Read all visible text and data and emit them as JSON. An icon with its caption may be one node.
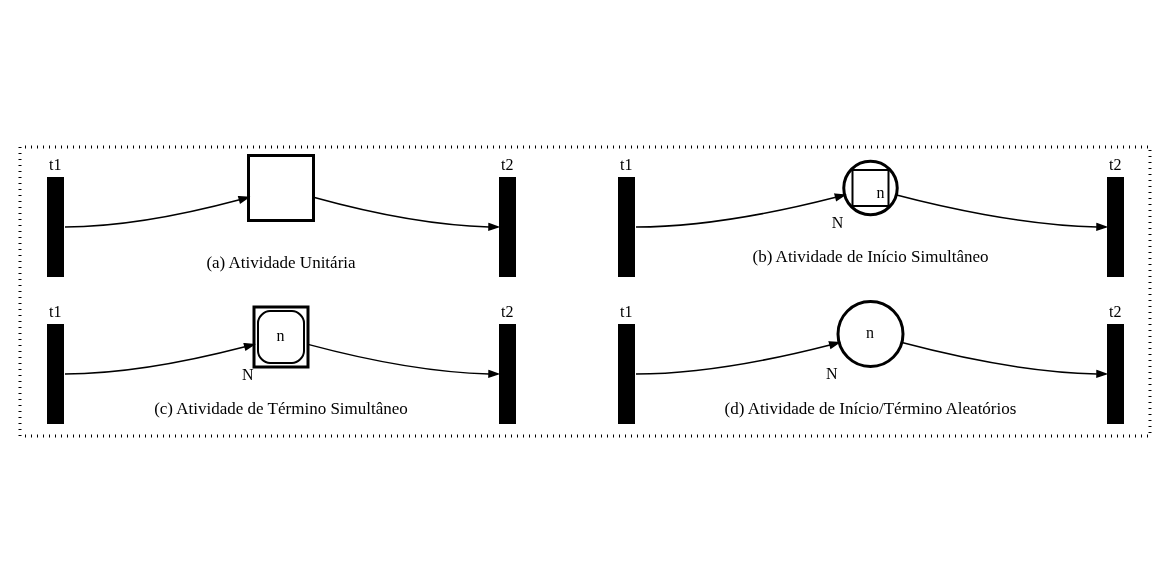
{
  "diagram": {
    "nodes": [
      {
        "text": [],
        "shape": "box"
      },
      {
        "text": [
          "t1"
        ],
        "in": 0
      },
      {
        "text": [],
        "shape": "box",
        "in": 0
      },
      {
        "text": [
          "t2"
        ],
        "in": 0
      },
      {
        "text": [
          "t1"
        ],
        "in": 0
      },
      {
        "text": [
          "n"
        ],
        "beside": [
          "N"
        ],
        "in": 0
      },
      {
        "text": [
          "t2"
        ],
        "in": 0
      },
      {
        "text": [
          "t1"
        ],
        "in": 0
      },
      {
        "text": [
          "n"
        ],
        "beside": [
          "N"
        ],
        "in": 0
      },
      {
        "text": [
          "t2"
        ],
        "in": 0
      },
      {
        "text": [
          "t1"
        ],
        "in": 0
      },
      {
        "text": [
          "n"
        ],
        "beside": [
          "N"
        ],
        "in": 0
      },
      {
        "text": [
          "t2"
        ],
        "in": 0
      }
    ],
    "edges": [
      {
        "from": 1,
        "to": 2,
        "arrow": "to"
      },
      {
        "from": 2,
        "to": 3,
        "arrow": "to"
      },
      {
        "from": 4,
        "to": 5,
        "arrow": "to"
      },
      {
        "from": 5,
        "to": 6,
        "arrow": "to"
      },
      {
        "from": 7,
        "to": 8,
        "arrow": "to"
      },
      {
        "from": 8,
        "to": 9,
        "arrow": "to"
      },
      {
        "from": 10,
        "to": 11,
        "arrow": "to"
      },
      {
        "from": 11,
        "to": 12,
        "arrow": "to"
      }
    ],
    "labels": [
      "(a) Atividade Unitária",
      "(b) Atividade de Início Simultâneo",
      "(c) Atividade de Término Simultâneo",
      "(d) Atividade de Início/Término Aleatórios"
    ]
  }
}
